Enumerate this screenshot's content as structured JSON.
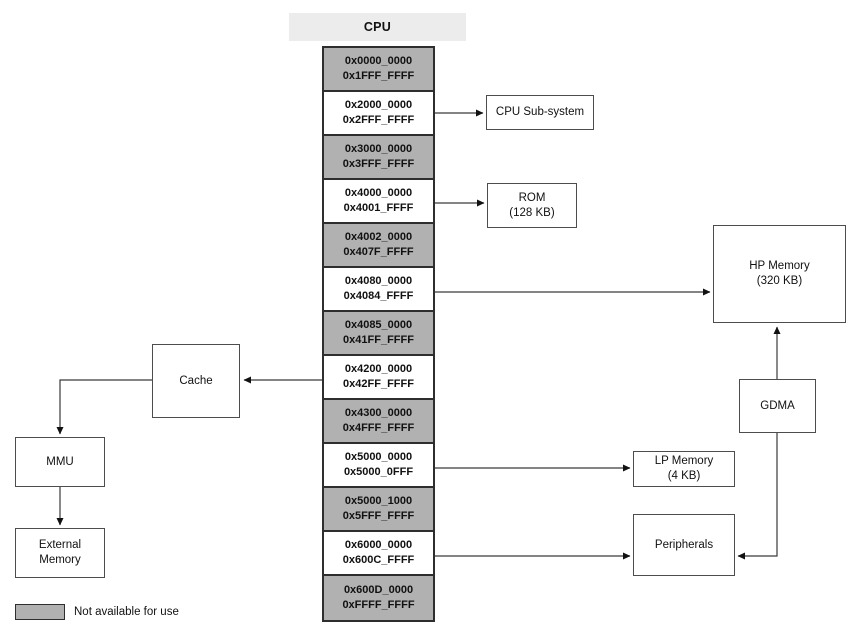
{
  "colors": {
    "unavailable-fill": "#b1b1b1",
    "available-fill": "#ffffff",
    "header-fill": "#ececec",
    "cell-border": "#2e2e2e",
    "box-border": "#4d4d4d",
    "line-color": "#3a3a3a",
    "text-color": "#111111"
  },
  "cpu_header": {
    "label": "CPU"
  },
  "memory_map": {
    "rows": [
      {
        "start": "0x0000_0000",
        "end": "0x1FFF_FFFF",
        "available": false
      },
      {
        "start": "0x2000_0000",
        "end": "0x2FFF_FFFF",
        "available": true
      },
      {
        "start": "0x3000_0000",
        "end": "0x3FFF_FFFF",
        "available": false
      },
      {
        "start": "0x4000_0000",
        "end": "0x4001_FFFF",
        "available": true
      },
      {
        "start": "0x4002_0000",
        "end": "0x407F_FFFF",
        "available": false
      },
      {
        "start": "0x4080_0000",
        "end": "0x4084_FFFF",
        "available": true
      },
      {
        "start": "0x4085_0000",
        "end": "0x41FF_FFFF",
        "available": false
      },
      {
        "start": "0x4200_0000",
        "end": "0x42FF_FFFF",
        "available": true
      },
      {
        "start": "0x4300_0000",
        "end": "0x4FFF_FFFF",
        "available": false
      },
      {
        "start": "0x5000_0000",
        "end": "0x5000_0FFF",
        "available": true
      },
      {
        "start": "0x5000_1000",
        "end": "0x5FFF_FFFF",
        "available": false
      },
      {
        "start": "0x6000_0000",
        "end": "0x600C_FFFF",
        "available": true
      },
      {
        "start": "0x600D_0000",
        "end": "0xFFFF_FFFF",
        "available": false
      }
    ]
  },
  "boxes": {
    "cpu_subsystem": {
      "label": "CPU Sub-system"
    },
    "rom": {
      "label": "ROM",
      "sub": "(128 KB)"
    },
    "hp_memory": {
      "label": "HP Memory",
      "sub": "(320 KB)"
    },
    "gdma": {
      "label": "GDMA"
    },
    "lp_memory": {
      "label": "LP Memory",
      "sub": "(4 KB)"
    },
    "peripherals": {
      "label": "Peripherals"
    },
    "cache": {
      "label": "Cache"
    },
    "mmu": {
      "label": "MMU"
    },
    "external_memory": {
      "label": "External",
      "sub": "Memory"
    }
  },
  "legend": {
    "label": "Not available for use"
  },
  "connections": [
    {
      "from": "0x2000_0000-0x2FFF_FFFF",
      "to": "CPU Sub-system"
    },
    {
      "from": "0x4000_0000-0x4001_FFFF",
      "to": "ROM"
    },
    {
      "from": "0x4080_0000-0x4084_FFFF",
      "to": "HP Memory"
    },
    {
      "from": "0x4200_0000-0x42FF_FFFF",
      "to": "Cache"
    },
    {
      "from": "Cache",
      "to": "MMU"
    },
    {
      "from": "MMU",
      "to": "External Memory"
    },
    {
      "from": "0x5000_0000-0x5000_0FFF",
      "to": "LP Memory"
    },
    {
      "from": "0x6000_0000-0x600C_FFFF",
      "to": "Peripherals"
    },
    {
      "from": "GDMA",
      "to": "HP Memory"
    },
    {
      "from": "GDMA",
      "to": "Peripherals"
    }
  ]
}
